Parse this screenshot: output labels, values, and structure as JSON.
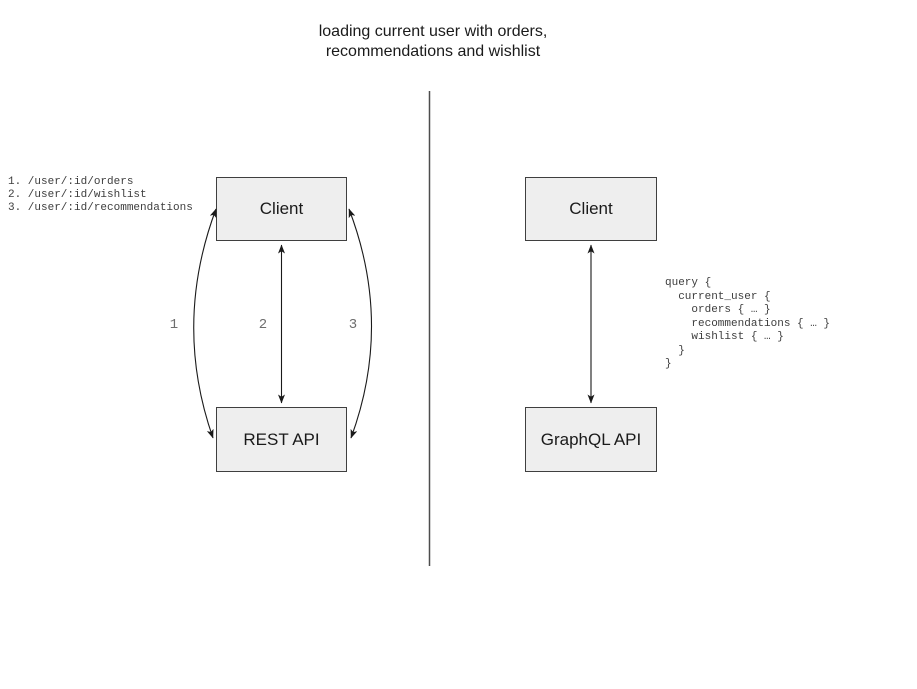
{
  "title": "loading current user with orders,\nrecommendations and wishlist",
  "rest_panel": {
    "endpoints": [
      "1. /user/:id/orders",
      "2. /user/:id/wishlist",
      "3. /user/:id/recommendations"
    ],
    "client_label": "Client",
    "api_label": "REST API",
    "arrow_labels": [
      "1",
      "2",
      "3"
    ]
  },
  "graphql_panel": {
    "client_label": "Client",
    "api_label": "GraphQL API",
    "query": "query {\n  current_user {\n    orders { … }\n    recommendations { … }\n    wishlist { … }\n  }\n}"
  },
  "colors": {
    "box_fill": "#eeeeee",
    "box_border": "#3f3f3f",
    "arrow": "#1a1a1a",
    "divider": "#4d4d4d",
    "label_gray": "#6e6e6e",
    "code_text": "#3d3d3d"
  }
}
